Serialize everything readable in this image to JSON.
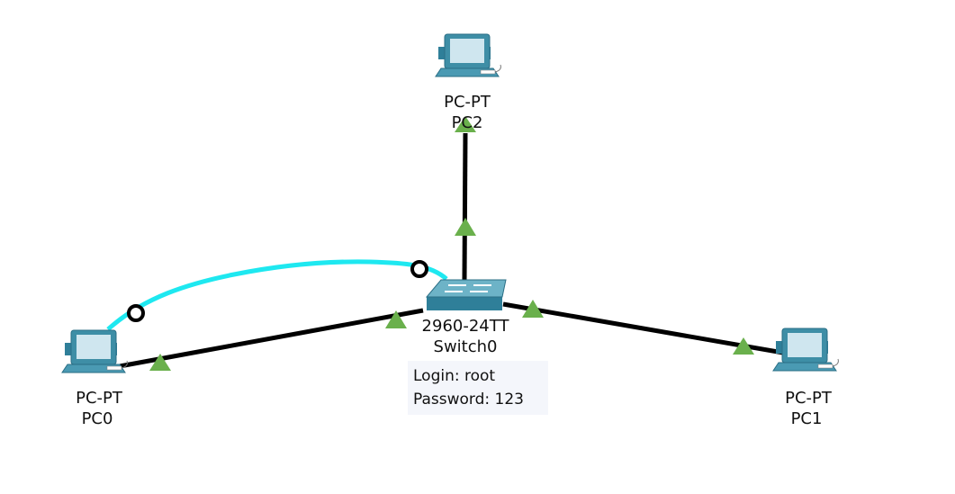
{
  "devices": {
    "pc2": {
      "model": "PC-PT",
      "name": "PC2",
      "icon": "pc-icon"
    },
    "pc0": {
      "model": "PC-PT",
      "name": "PC0",
      "icon": "pc-icon"
    },
    "pc1": {
      "model": "PC-PT",
      "name": "PC1",
      "icon": "pc-icon"
    },
    "switch0": {
      "model": "2960-24TT",
      "name": "Switch0",
      "icon": "switch-icon"
    }
  },
  "note": {
    "line1": "Login: root",
    "line2": "Password: 123"
  },
  "colors": {
    "ethernet_link": "#000000",
    "console_link": "#1ee8f0",
    "link_up_indicator": "#6ab04c",
    "device_body": "#3e8ea6",
    "device_screen": "#cfe6ef"
  }
}
